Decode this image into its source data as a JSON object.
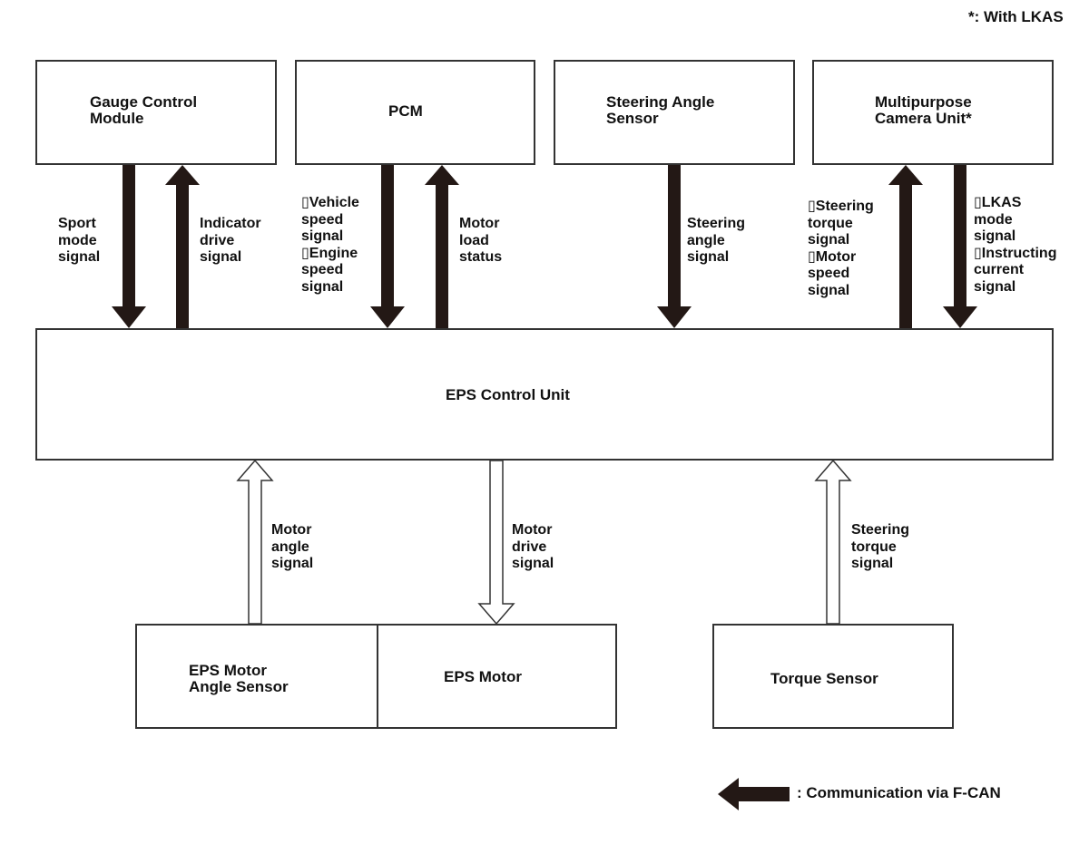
{
  "footnote": "*: With LKAS",
  "modules": {
    "gauge": "Gauge Control\nModule",
    "pcm": "PCM",
    "steering_angle_sensor": "Steering Angle\nSensor",
    "camera": "Multipurpose\nCamera Unit*",
    "eps_control_unit": "EPS Control Unit",
    "eps_motor_angle_sensor": "EPS Motor\nAngle Sensor",
    "eps_motor": "EPS Motor",
    "torque_sensor": "Torque Sensor"
  },
  "signals": {
    "sport_mode": "Sport\nmode\nsignal",
    "indicator_drive": "Indicator\ndrive\nsignal",
    "pcm_out": "▯Vehicle\nspeed\nsignal\n▯Engine\nspeed\nsignal",
    "motor_load": "Motor\nload\nstatus",
    "steering_angle": "Steering\nangle\nsignal",
    "camera_in": "▯Steering\ntorque\nsignal\n▯Motor\nspeed\nsignal",
    "camera_out": "▯LKAS\nmode\nsignal\n▯Instructing\ncurrent\nsignal",
    "motor_angle": "Motor\nangle\nsignal",
    "motor_drive": "Motor\ndrive\nsignal",
    "steering_torque": "Steering\ntorque\nsignal"
  },
  "legend": {
    "label": ": Communication via F-CAN",
    "arrow_color": "#231815"
  },
  "colors": {
    "line": "#333333",
    "arrow_fill": "#231815",
    "hollow_arrow": "#ffffff"
  }
}
